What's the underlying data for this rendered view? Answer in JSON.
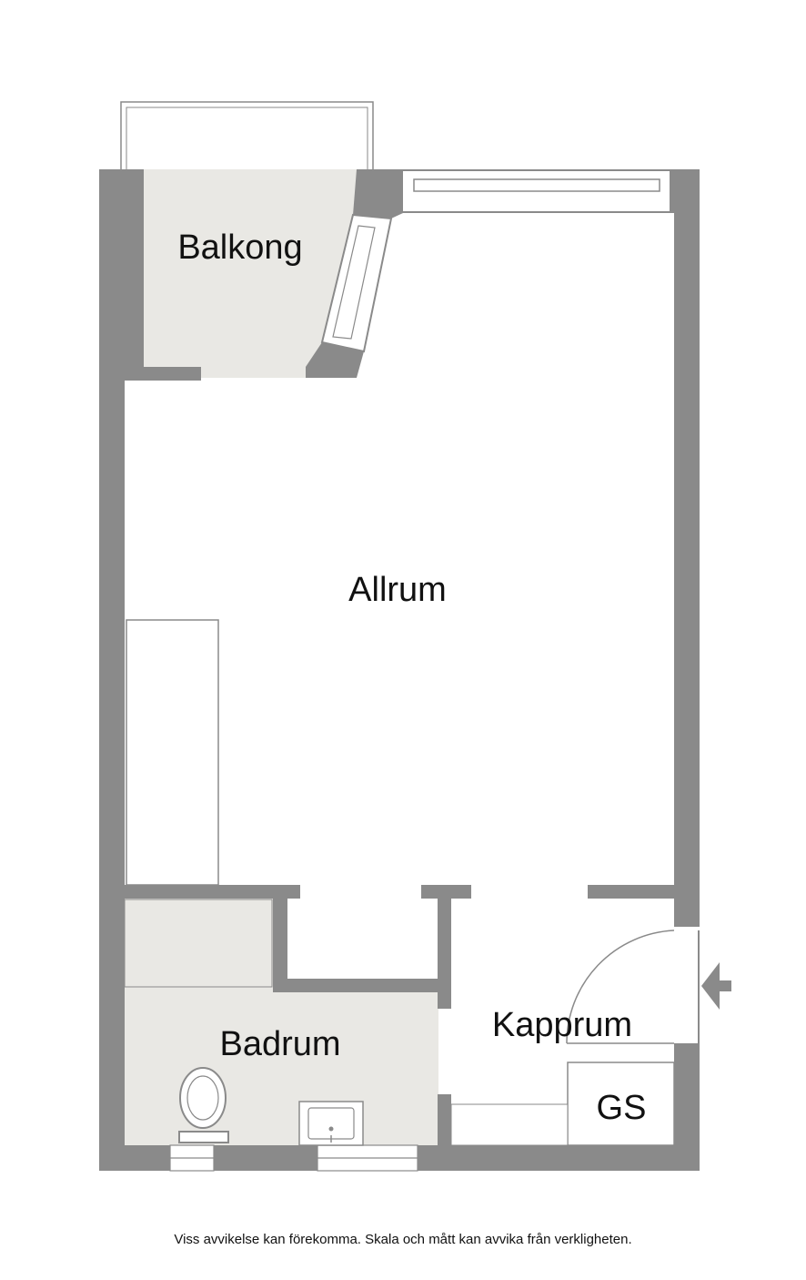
{
  "rooms": {
    "balkong": "Balkong",
    "allrum": "Allrum",
    "badrum": "Badrum",
    "kapprum": "Kapprum",
    "gs": "GS"
  },
  "disclaimer": "Viss avvikelse kan förekomma. Skala och mått kan avvika från verkligheten.",
  "colors": {
    "wall": "#8a8a8a",
    "wet_room_floor": "#e9e8e4",
    "balcony_floor": "#e9e8e4",
    "line": "#8a8a8a"
  }
}
